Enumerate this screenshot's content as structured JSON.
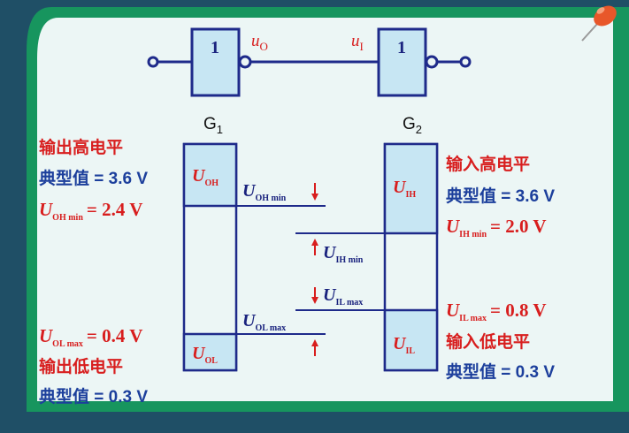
{
  "slide": {
    "colors": {
      "frame": "#17955e",
      "panel": "#ecf6f5",
      "box_fill": "#c7e6f3",
      "box_stroke": "#1e2a8a",
      "red": "#d81e1e",
      "blue": "#1c3f9c",
      "navy": "#1a237e"
    },
    "icons": [
      "pushpin-icon"
    ]
  },
  "circuit": {
    "gate1_label": "1",
    "gate2_label": "1",
    "output_var": "u",
    "output_sub": "O",
    "input_var": "u",
    "input_sub": "I"
  },
  "g1": {
    "name": "G",
    "name_sub": "1",
    "high_title": "输出高电平",
    "high_typical": "典型值 = 3.6 V",
    "oh_min_label": "U",
    "oh_min_sub": "OH min",
    "oh_min_value": "= 2.4 V",
    "ol_max_label": "U",
    "ol_max_sub": "OL max",
    "ol_max_value": "= 0.4 V",
    "low_title": "输出低电平",
    "low_typical": "典型值 = 0.3 V",
    "box_high_label": "U",
    "box_high_sub": "OH",
    "box_low_label": "U",
    "box_low_sub": "OL",
    "mid_oh_label": "U",
    "mid_oh_sub": "OH min",
    "mid_ol_label": "U",
    "mid_ol_sub": "OL max"
  },
  "g2": {
    "name": "G",
    "name_sub": "2",
    "high_title": "输入高电平",
    "high_typical": "典型值 = 3.6 V",
    "ih_min_label": "U",
    "ih_min_sub": "IH min",
    "ih_min_value": "= 2.0 V",
    "il_max_label": "U",
    "il_max_sub": "IL max",
    "il_max_value": "= 0.8 V",
    "low_title": "输入低电平",
    "low_typical": "典型值 = 0.3 V",
    "box_high_label": "U",
    "box_high_sub": "IH",
    "box_low_label": "U",
    "box_low_sub": "IL",
    "mid_ih_label": "U",
    "mid_ih_sub": "IH min",
    "mid_il_label": "U",
    "mid_il_sub": "IL max"
  }
}
